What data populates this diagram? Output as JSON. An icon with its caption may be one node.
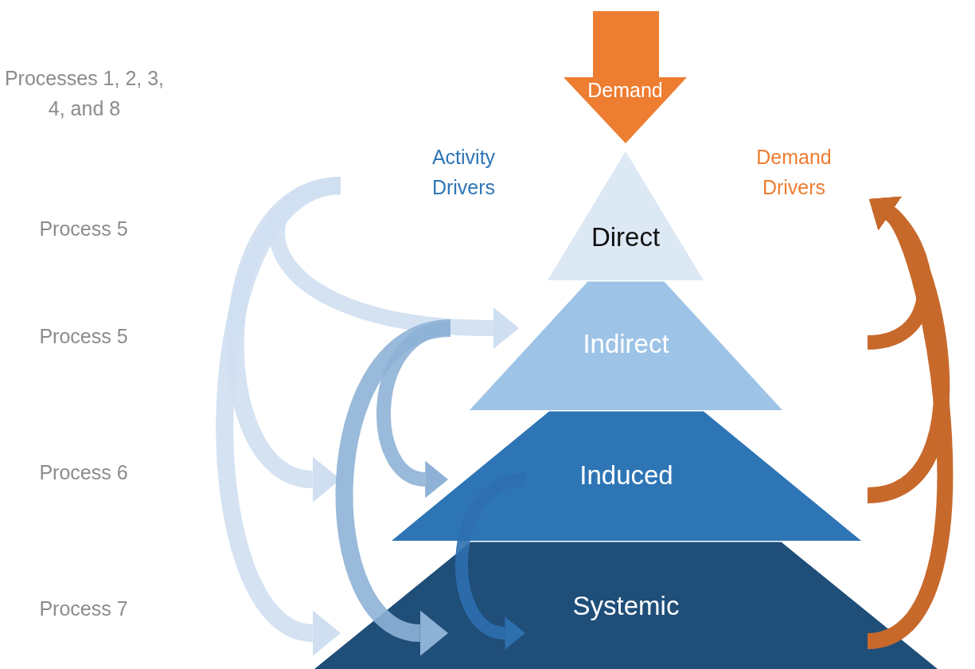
{
  "diagram": {
    "nodes": [
      {
        "text": [
          "Demand"
        ]
      },
      {
        "text": [
          "Direct"
        ]
      },
      {
        "text": [
          "Indirect"
        ]
      },
      {
        "text": [
          "Induced"
        ]
      },
      {
        "text": [
          "Systemic"
        ]
      },
      {
        "text": [
          "Demand Drivers"
        ]
      }
    ],
    "edges": [
      {
        "from": null,
        "to": 2,
        "arrow": "to",
        "color": "#cfdff1"
      },
      {
        "from": null,
        "to": 3,
        "arrow": "to",
        "color": "#cfdff1"
      },
      {
        "from": null,
        "to": 4,
        "arrow": "to",
        "color": "#cfdff1"
      },
      {
        "from": null,
        "to": 3,
        "arrow": "to",
        "color": "#8eb2d6"
      },
      {
        "from": null,
        "to": 4,
        "arrow": "to",
        "color": "#8eb2d6"
      },
      {
        "from": 3,
        "to": 4,
        "arrow": "to",
        "color": "#2e6fae"
      },
      {
        "from": null,
        "to": 5,
        "arrow": "to",
        "color": "#c8692c"
      },
      {
        "from": null,
        "to": 5,
        "arrow": "to",
        "color": "#c8692c"
      },
      {
        "from": 4,
        "to": 5,
        "arrow": "to",
        "color": "#c8692c"
      }
    ],
    "labels": [
      "Processes 1, 2, 3, 4, and 8",
      "Activity Drivers",
      "Process 5",
      "Process 5",
      "Process 6",
      "Process 7"
    ]
  }
}
